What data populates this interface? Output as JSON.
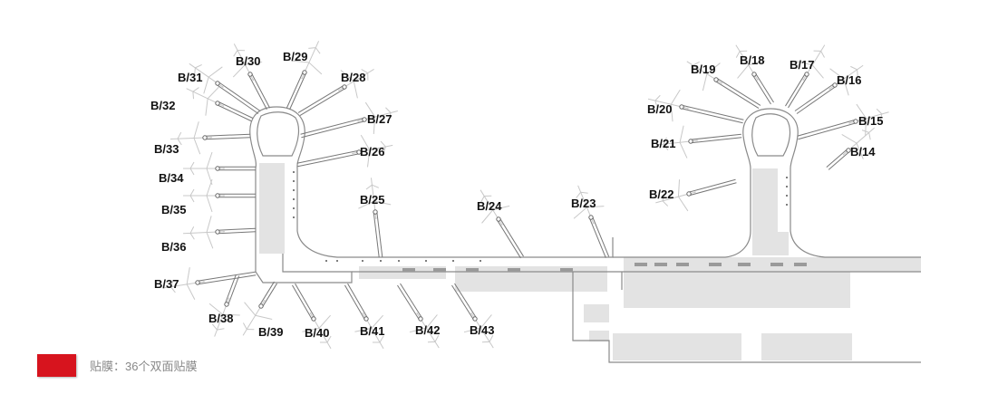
{
  "gates": [
    {
      "id": "b14",
      "label": "B/14"
    },
    {
      "id": "b15",
      "label": "B/15"
    },
    {
      "id": "b16",
      "label": "B/16"
    },
    {
      "id": "b17",
      "label": "B/17"
    },
    {
      "id": "b18",
      "label": "B/18"
    },
    {
      "id": "b19",
      "label": "B/19"
    },
    {
      "id": "b20",
      "label": "B/20"
    },
    {
      "id": "b21",
      "label": "B/21"
    },
    {
      "id": "b22",
      "label": "B/22"
    },
    {
      "id": "b23",
      "label": "B/23"
    },
    {
      "id": "b24",
      "label": "B/24"
    },
    {
      "id": "b25",
      "label": "B/25"
    },
    {
      "id": "b26",
      "label": "B/26"
    },
    {
      "id": "b27",
      "label": "B/27"
    },
    {
      "id": "b28",
      "label": "B/28"
    },
    {
      "id": "b29",
      "label": "B/29"
    },
    {
      "id": "b30",
      "label": "B/30"
    },
    {
      "id": "b31",
      "label": "B/31"
    },
    {
      "id": "b32",
      "label": "B/32"
    },
    {
      "id": "b33",
      "label": "B/33"
    },
    {
      "id": "b34",
      "label": "B/34"
    },
    {
      "id": "b35",
      "label": "B/35"
    },
    {
      "id": "b36",
      "label": "B/36"
    },
    {
      "id": "b37",
      "label": "B/37"
    },
    {
      "id": "b38",
      "label": "B/38"
    },
    {
      "id": "b39",
      "label": "B/39"
    },
    {
      "id": "b40",
      "label": "B/40"
    },
    {
      "id": "b41",
      "label": "B/41"
    },
    {
      "id": "b42",
      "label": "B/42"
    },
    {
      "id": "b43",
      "label": "B/43"
    }
  ],
  "legend": {
    "text": "贴膜：36个双面贴膜",
    "color": "#d7141e"
  },
  "colors": {
    "outline": "#8a8a8a",
    "fill": "#e3e3e3",
    "plane": "#c8c8c8"
  }
}
